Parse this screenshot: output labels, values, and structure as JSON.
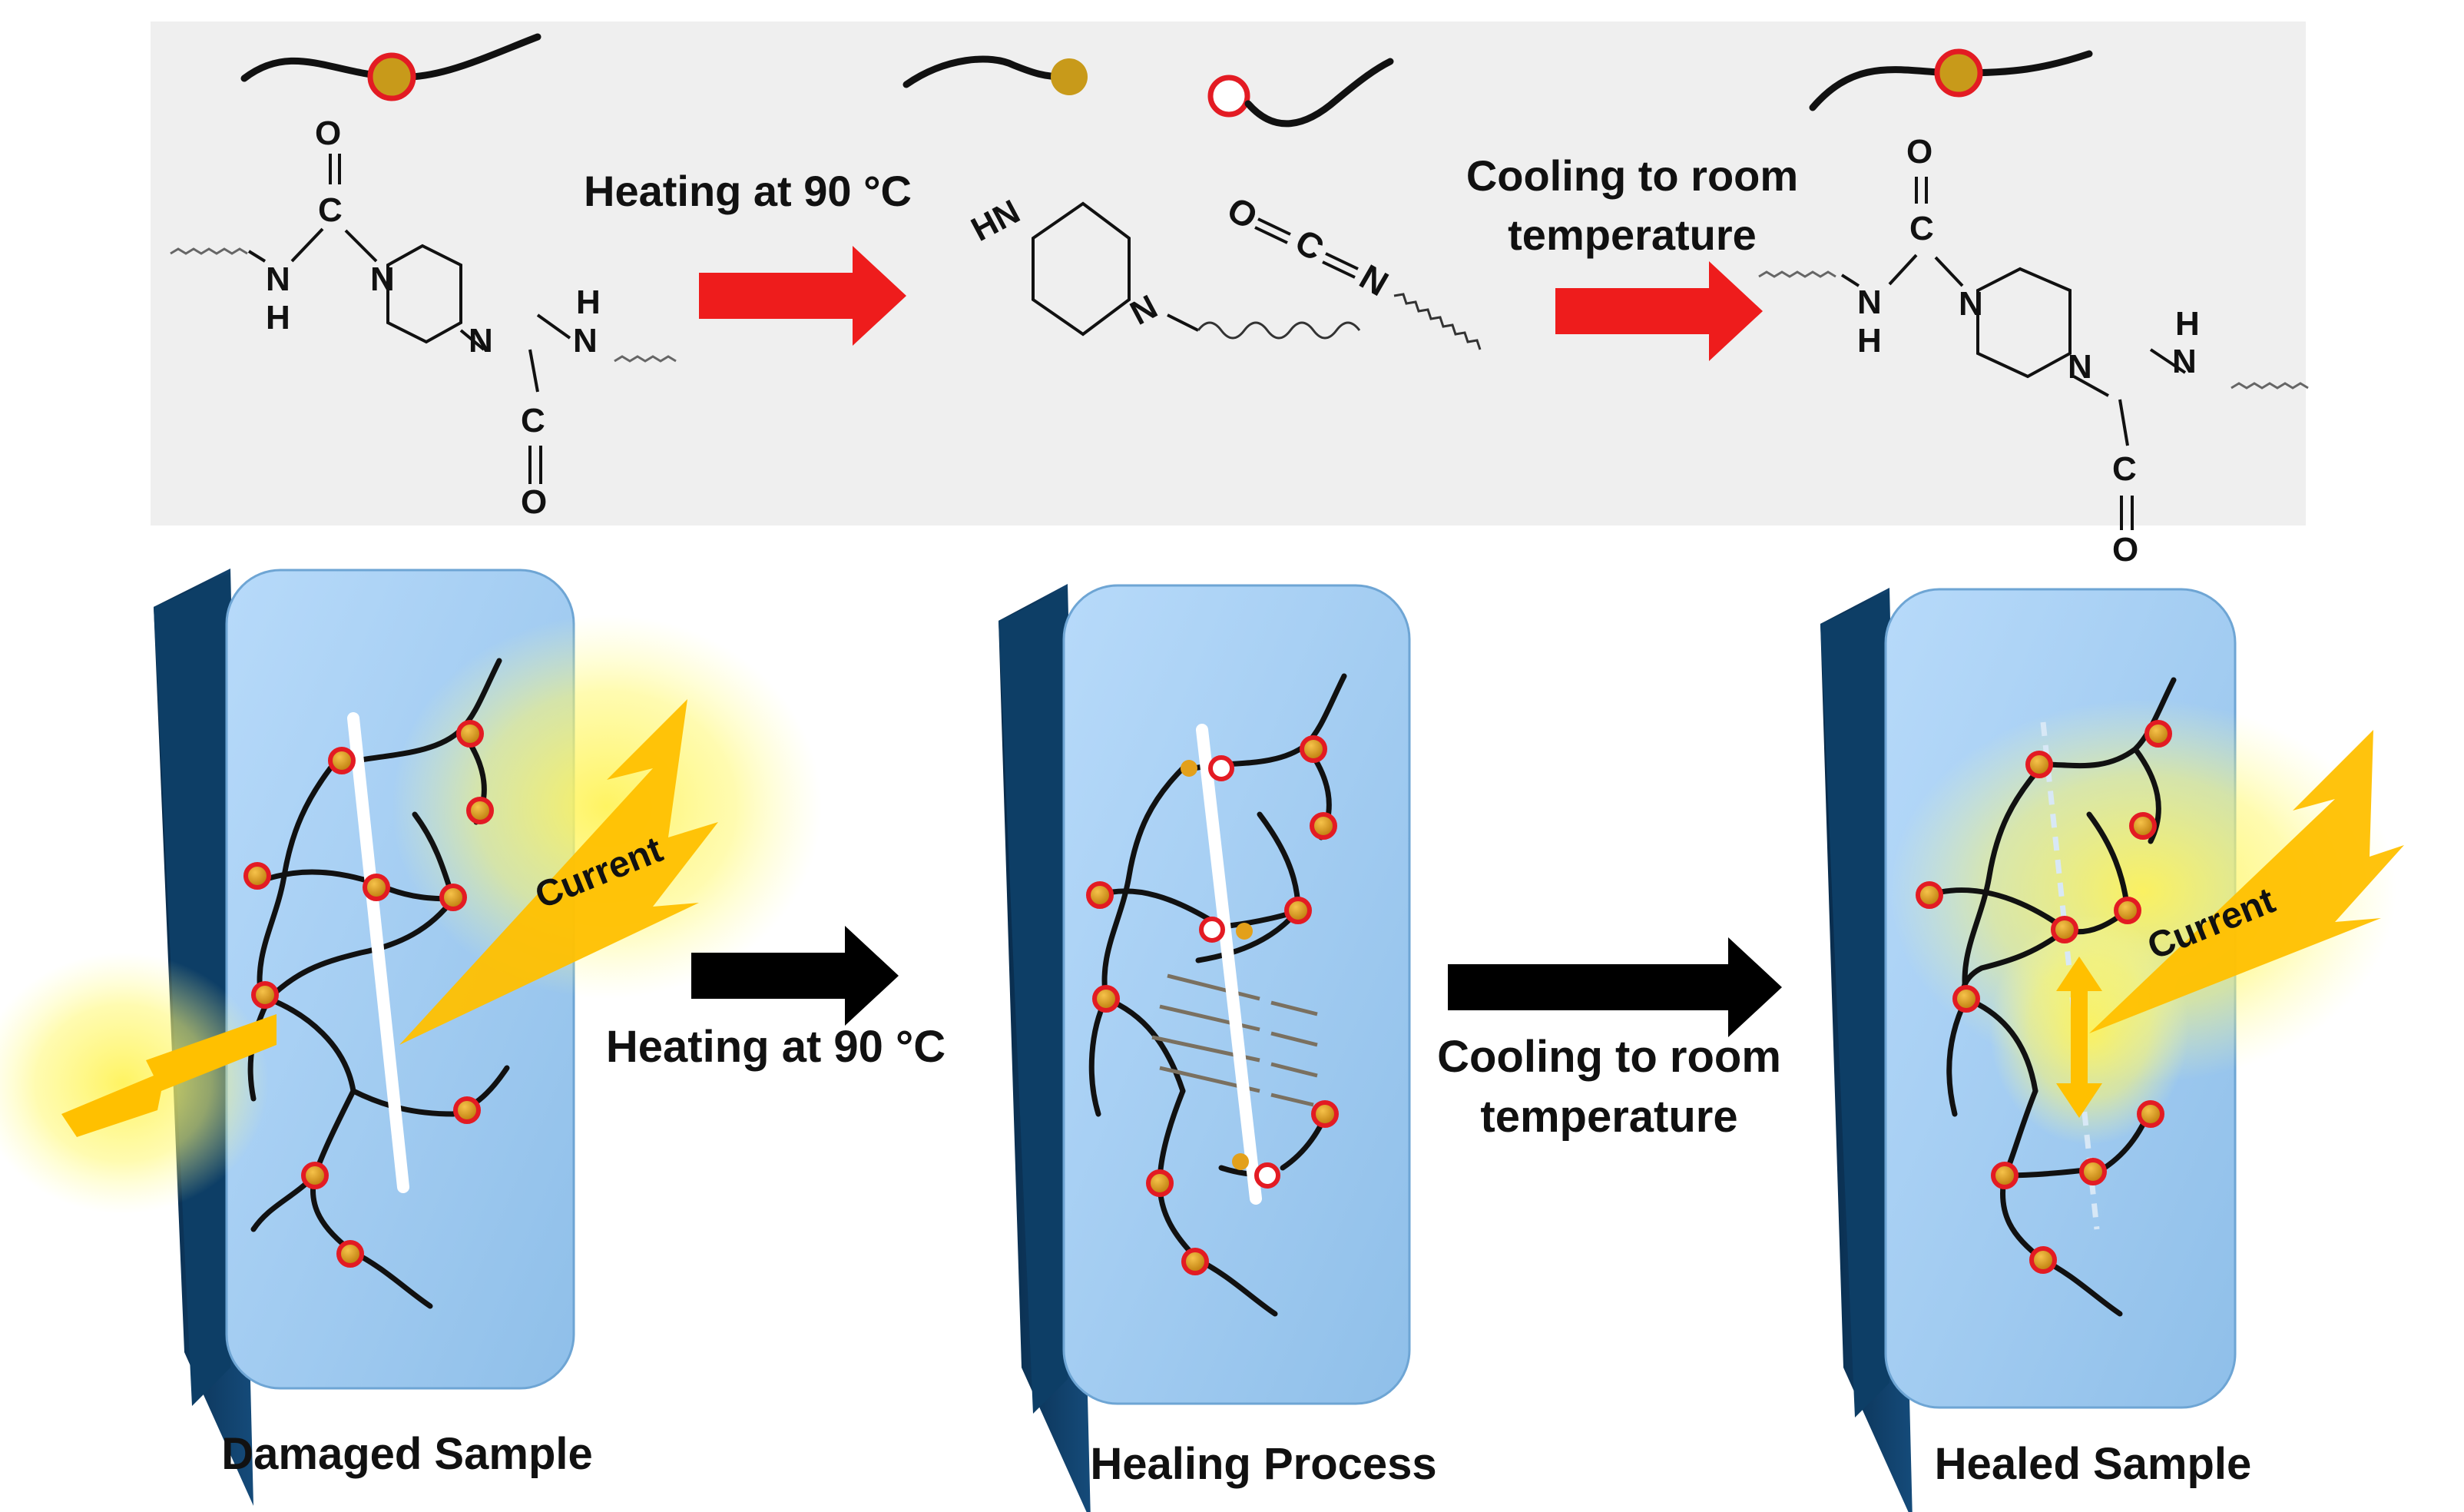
{
  "top_panel": {
    "step1": "Heating at 90 °C",
    "step2_line1": "Cooling to room",
    "step2_line2": "temperature",
    "atoms": {
      "O": "O",
      "C": "C",
      "N": "N",
      "H": "H",
      "HN": "HN",
      "isocyanate_O": "O",
      "isocyanate_C": "C",
      "isocyanate_N": "N"
    }
  },
  "bottom_panel": {
    "arrow1_label": "Heating at 90 °C",
    "arrow2_line1": "Cooling to room",
    "arrow2_line2": "temperature",
    "current_label": "Current",
    "panels": [
      {
        "caption": "Damaged Sample"
      },
      {
        "caption": "Healing Process"
      },
      {
        "caption": "Healed Sample"
      }
    ]
  },
  "colors": {
    "panel_bg": "#efefef",
    "slab_face": "#a9d0f5",
    "slab_side": "#0d3e66",
    "red_arrow": "#ee1c1c",
    "bond_gold": "#c89a1a",
    "bond_ring": "#e31b23",
    "current": "#ffc000",
    "glow": "#fff35a"
  }
}
